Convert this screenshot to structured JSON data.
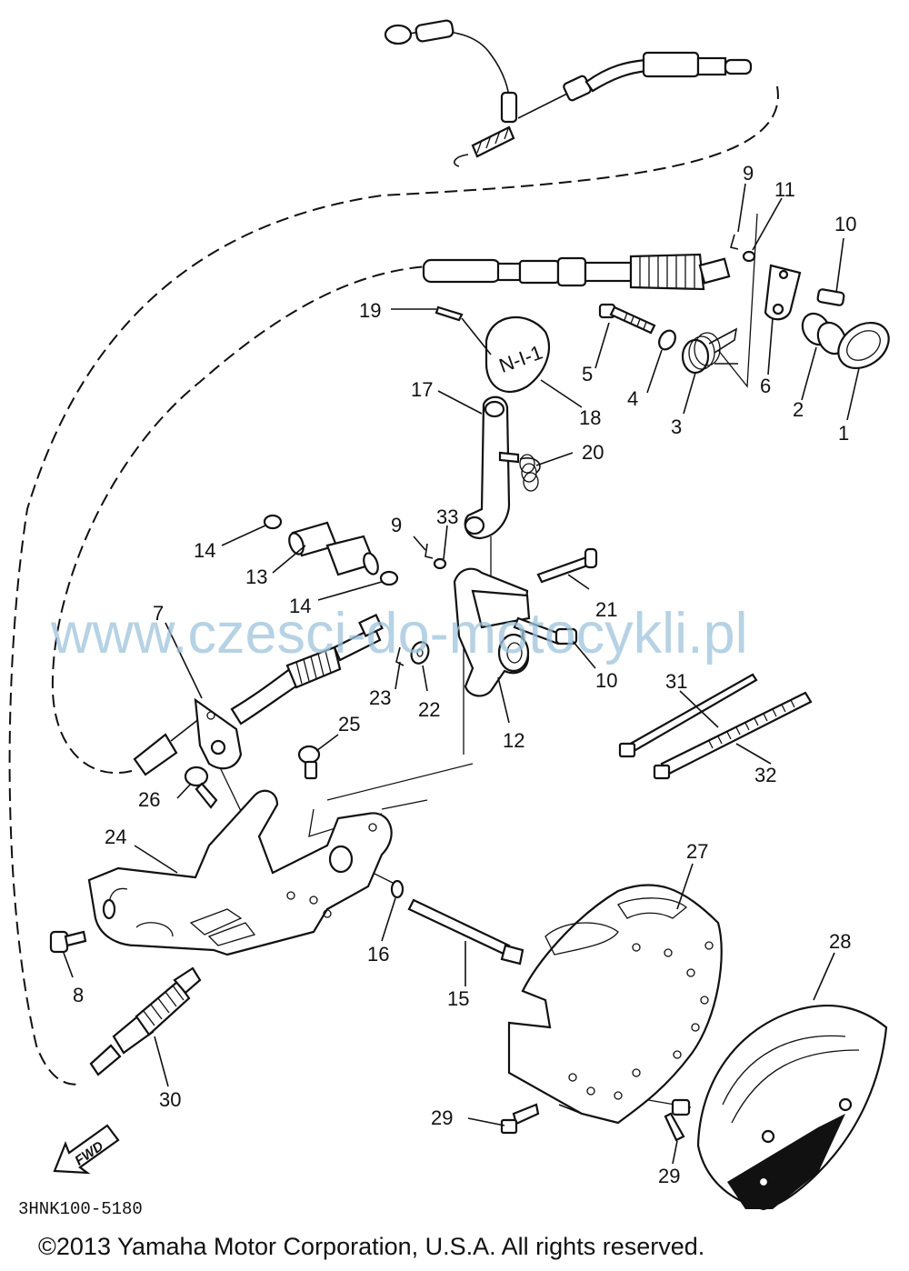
{
  "diagram": {
    "part_labels": [
      "1",
      "2",
      "3",
      "4",
      "5",
      "6",
      "7",
      "8",
      "9",
      "9",
      "10",
      "10",
      "11",
      "12",
      "13",
      "14",
      "14",
      "15",
      "16",
      "17",
      "18",
      "19",
      "20",
      "21",
      "22",
      "23",
      "24",
      "25",
      "26",
      "27",
      "28",
      "29",
      "29",
      "30",
      "31",
      "32",
      "33"
    ],
    "drawing_code": "3HNK100-5180",
    "fwd_label": "FWD",
    "knob_marks": "N-I-1"
  },
  "watermark": "www.czesci-do-motocykli.pl",
  "copyright": "©2013 Yamaha Motor Corporation, U.S.A. All rights reserved."
}
